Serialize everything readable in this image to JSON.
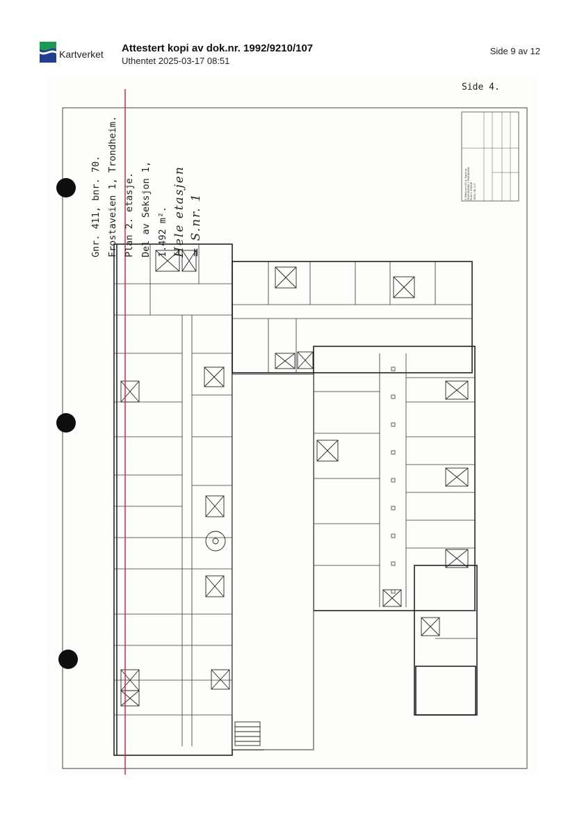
{
  "header": {
    "brand": "Kartverket",
    "title": "Attestert kopi av dok.nr. 1992/9210/107",
    "subtitle": "Uthentet 2025-03-17 08:51",
    "page_indicator": "Side 9 av 12"
  },
  "scan": {
    "side_label": "Side 4.",
    "lines": [
      "Gnr. 411, bnr. 70.",
      "Frostaveien 1, Trondheim.",
      "Plan 2. etasje.",
      "Del av Seksjon 1,",
      "1.492 m².",
      "Hele etasjen",
      "= S.nr. 1"
    ],
    "stamp_lines": [
      "S. Rådhuset 1:50  A. Tegnet av",
      "FROSTAVEIEN 1 TRONDHEIM",
      "PLAN 2. ETASJE",
      "TEGN. NR.  5.07"
    ]
  },
  "colors": {
    "brand_green": "#1b9a54",
    "brand_blue": "#1f3f8f",
    "margin_line": "#d81b3a"
  },
  "icons": {
    "logo": "kartverket-logo-icon",
    "holes": "punch-hole-icon"
  }
}
